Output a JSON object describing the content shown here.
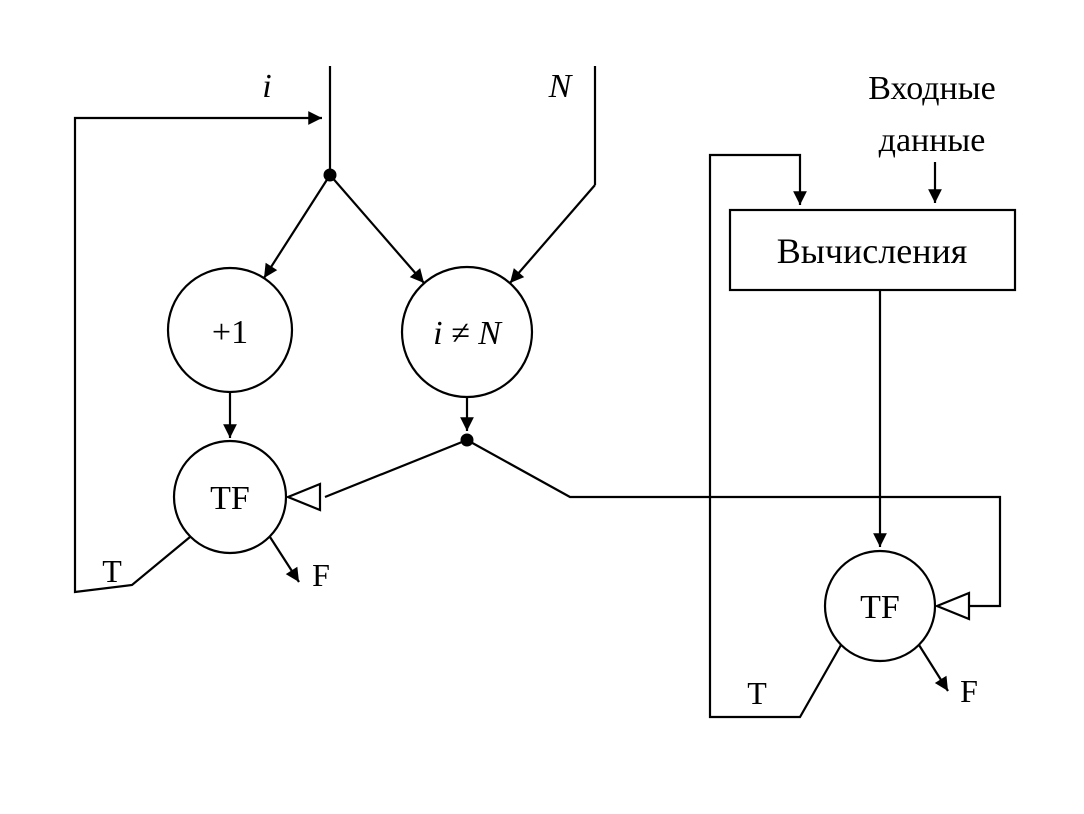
{
  "diagram": {
    "colors": {
      "line": "#000000",
      "background": "#ffffff"
    },
    "nodes": {
      "i_label": "i",
      "n_label": "N",
      "increment": "+1",
      "compare": "i ≠ N",
      "tf_left": "TF",
      "tf_right": "TF",
      "compute": "Вычисления"
    },
    "edge_labels": {
      "t_left": "T",
      "f_left": "F",
      "t_right": "T",
      "f_right": "F"
    },
    "annotations": {
      "input_line1": "Входные",
      "input_line2": "данные"
    }
  }
}
